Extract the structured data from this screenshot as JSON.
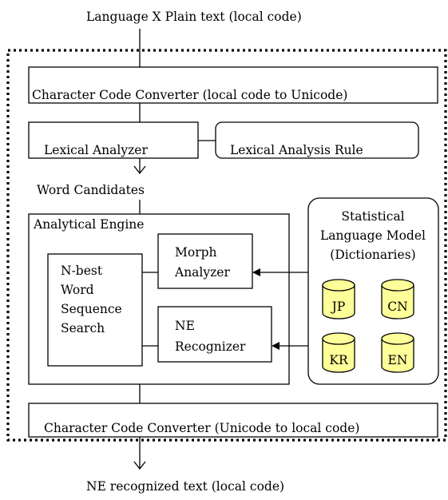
{
  "input_label": "Language X Plain text (local code)",
  "output_label": "NE recognized text (local code)",
  "converter_top": "Character Code Converter (local code to Unicode)",
  "lexical_analyzer": "Lexical Analyzer",
  "lexical_rule": "Lexical Analysis Rule",
  "word_candidates": "Word Candidates",
  "engine": {
    "title": "Analytical Engine",
    "nbest_lines": [
      "N-best",
      "Word",
      "Sequence",
      "Search"
    ],
    "morph_lines": [
      "Morph",
      "Analyzer"
    ],
    "ne_lines": [
      "NE",
      "Recognizer"
    ]
  },
  "model": {
    "title_lines": [
      "Statistical",
      "Language Model",
      "(Dictionaries)"
    ],
    "dictionaries": [
      "JP",
      "CN",
      "KR",
      "EN"
    ]
  },
  "converter_bottom": "Character Code Converter (Unicode to local code)",
  "colors": {
    "dictionary_fill": "#ffff99",
    "line": "#000000"
  }
}
